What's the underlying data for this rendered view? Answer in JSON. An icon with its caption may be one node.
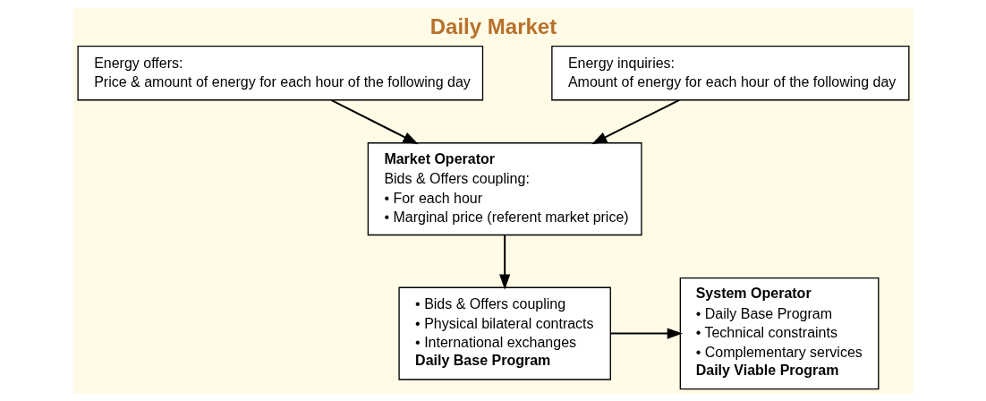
{
  "diagram": {
    "title": "Daily Market",
    "nodes": [
      {
        "text": [
          "Energy offers:",
          "Price & amount of energy for each hour of the following day"
        ]
      },
      {
        "text": [
          "Energy inquiries:",
          "Amount of energy for each hour of the following day"
        ]
      },
      {
        "text": [
          "Market Operator",
          "Bids & Offers coupling:",
          "• For each hour",
          "• Marginal price (referent market price)"
        ]
      },
      {
        "text": [
          "• Bids & Offers coupling",
          "• Physical bilateral contracts",
          "• International exchanges",
          "Daily Base Program"
        ]
      },
      {
        "text": [
          "System Operator",
          "• Daily Base Program",
          "• Technical constraints",
          "• Complementary services",
          "Daily Viable Program"
        ]
      }
    ],
    "edges": [
      {
        "from": 0,
        "to": 2,
        "arrow": "to"
      },
      {
        "from": 1,
        "to": 2,
        "arrow": "to"
      },
      {
        "from": 2,
        "to": 3,
        "arrow": "to"
      },
      {
        "from": 3,
        "to": 4,
        "arrow": "to"
      }
    ]
  }
}
